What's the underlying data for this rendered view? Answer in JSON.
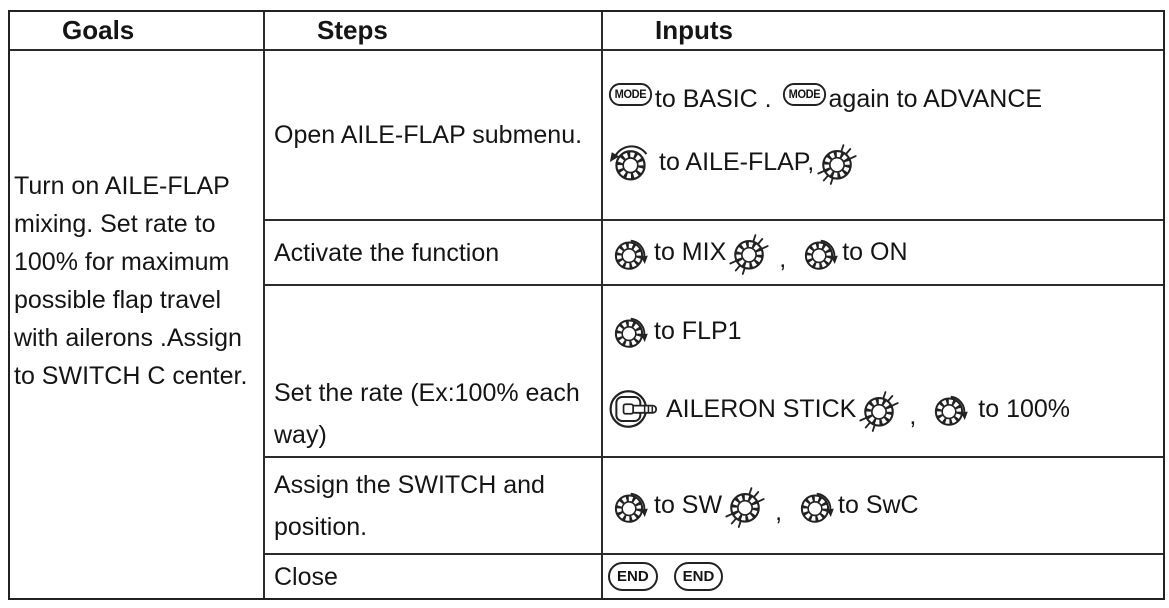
{
  "header": {
    "goals": "Goals",
    "steps": "Steps",
    "inputs": "Inputs"
  },
  "goals_text": "Turn on AILE-FLAP mixing. Set rate to 100% for maximum possible flap travel with ailerons .Assign to SWITCH C center.",
  "steps": {
    "row1": "Open AILE-FLAP submenu.",
    "row2": "Activate the function",
    "row3": "Set the rate (Ex:100% each way)",
    "row4": "Assign the SWITCH and position.",
    "row5": "Close"
  },
  "inputs": {
    "row1": {
      "after_mode1": "to BASIC .",
      "after_mode2": "again to ADVANCE",
      "line2_text": "to AILE-FLAP,"
    },
    "row2": {
      "text1": "to MIX",
      "comma": ",",
      "text2": "to ON"
    },
    "row3": {
      "line1_text": "to FLP1",
      "line2_text1": "AILERON STICK",
      "comma": ",",
      "line2_text2": "to 100%"
    },
    "row4": {
      "text1": "to SW",
      "comma": ",",
      "text2": "to SwC"
    }
  },
  "buttons": {
    "mode": "MODE",
    "end": "END"
  },
  "colors": {
    "border": "#2b2b2b",
    "text": "#151515",
    "background": "#ffffff"
  }
}
